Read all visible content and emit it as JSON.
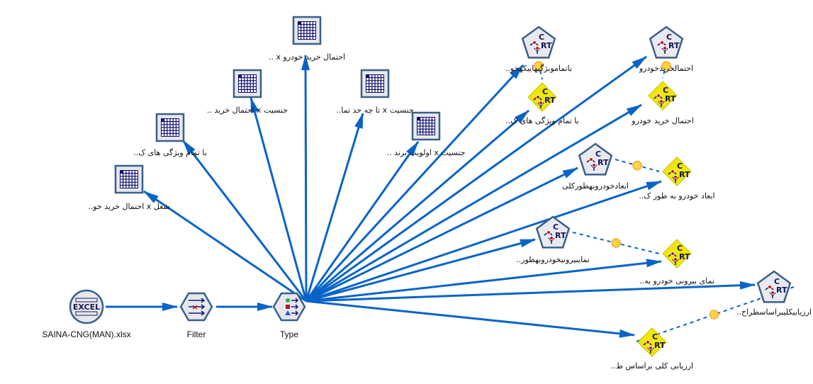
{
  "stream": {
    "link_color": "#0a64c8",
    "nodes": [
      {
        "id": "excel",
        "kind": "excel-source",
        "label": "SAINA-CNG(MAN).xlsx"
      },
      {
        "id": "filter",
        "kind": "filter",
        "label": "Filter"
      },
      {
        "id": "type",
        "kind": "type",
        "label": "Type"
      },
      {
        "id": "t1",
        "kind": "table",
        "label": "شغل x احتمال خرید خو.."
      },
      {
        "id": "t2",
        "kind": "table",
        "label": "با تمام ویژگی های ک.."
      },
      {
        "id": "t3",
        "kind": "table",
        "label": "جنسیت x احتمال خرید .."
      },
      {
        "id": "t4",
        "kind": "table",
        "label": "احتمال خرید خودرو x .."
      },
      {
        "id": "t5",
        "kind": "table",
        "label": "جنسیت x تا چه حد تما.."
      },
      {
        "id": "t6",
        "kind": "table",
        "label": "جنسیت x اولویت برند .."
      },
      {
        "id": "p1",
        "kind": "crt-builder",
        "label": "باتماموبژگیهاییکهخو.."
      },
      {
        "id": "p2",
        "kind": "crt-builder",
        "label": "احتمالخریدخودرو"
      },
      {
        "id": "p3",
        "kind": "crt-builder",
        "label": "ابعادخودروبهطورکلی"
      },
      {
        "id": "p4",
        "kind": "crt-builder",
        "label": "نمایبیرونیخودروبهطور.."
      },
      {
        "id": "p5",
        "kind": "crt-builder",
        "label": "ارزیابیکلیبراساسطراح.."
      },
      {
        "id": "d1",
        "kind": "crt-nugget",
        "label": "با تمام ویژگی های ک.."
      },
      {
        "id": "d2",
        "kind": "crt-nugget",
        "label": "احتمال خرید خودرو"
      },
      {
        "id": "d3",
        "kind": "crt-nugget",
        "label": "ابعاد خودرو به طور ک.."
      },
      {
        "id": "d4",
        "kind": "crt-nugget",
        "label": "نمای بیرونی خودرو به.."
      },
      {
        "id": "d5",
        "kind": "crt-nugget",
        "label": "ارزیابی کلی براساس ط.."
      }
    ],
    "links": [
      [
        "excel",
        "filter"
      ],
      [
        "filter",
        "type"
      ],
      [
        "type",
        "t1"
      ],
      [
        "type",
        "t2"
      ],
      [
        "type",
        "t3"
      ],
      [
        "type",
        "t4"
      ],
      [
        "type",
        "t5"
      ],
      [
        "type",
        "t6"
      ],
      [
        "type",
        "p1"
      ],
      [
        "type",
        "p2"
      ],
      [
        "type",
        "p3"
      ],
      [
        "type",
        "p4"
      ],
      [
        "type",
        "p5"
      ],
      [
        "type",
        "d1"
      ],
      [
        "type",
        "d2"
      ],
      [
        "type",
        "d3"
      ],
      [
        "type",
        "d4"
      ],
      [
        "type",
        "d5"
      ]
    ],
    "model_links": [
      [
        "p1",
        "d1"
      ],
      [
        "p2",
        "d2"
      ],
      [
        "p3",
        "d3"
      ],
      [
        "p4",
        "d4"
      ],
      [
        "p5",
        "d5"
      ]
    ]
  }
}
